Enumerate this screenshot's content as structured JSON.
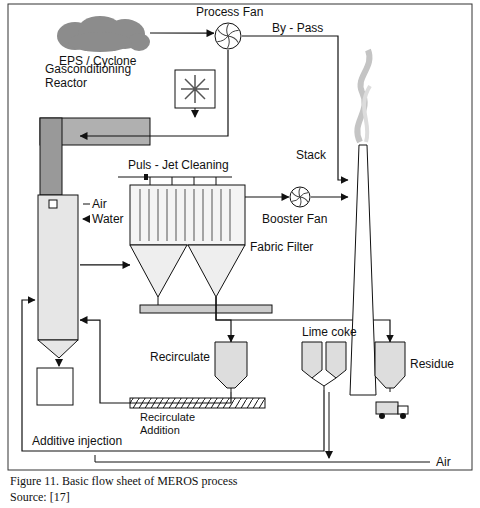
{
  "diagram": {
    "caption": "Figure 11. Basic flow sheet of MEROS process",
    "nodes": [
      {
        "text": [
          "EPS / Cyclone"
        ]
      },
      {
        "text": [
          "Process Fan"
        ]
      },
      {
        "text": [
          "Gasconditioning Reactor"
        ]
      },
      {
        "text": [
          "Fabric Filter"
        ]
      },
      {
        "text": [
          "Booster Fan"
        ]
      },
      {
        "text": [
          "Stack"
        ]
      },
      {
        "text": [
          "Recirculate"
        ]
      },
      {
        "text": [
          "Lime coke"
        ]
      },
      {
        "text": [
          "Residue"
        ]
      }
    ],
    "edges": [
      {
        "from": 0,
        "to": 1,
        "arrow": "to"
      },
      {
        "from": 1,
        "to": 2,
        "arrow": "to"
      },
      {
        "from": 1,
        "to": 5,
        "label": "By - Pass",
        "arrow": "to"
      },
      {
        "from": 2,
        "to": 3,
        "arrow": "to"
      },
      {
        "from": 3,
        "to": 4,
        "arrow": "to"
      },
      {
        "from": 4,
        "to": 5,
        "arrow": "to"
      },
      {
        "from": 3,
        "to": 6,
        "arrow": "to"
      },
      {
        "from": 3,
        "to": 8,
        "arrow": "to"
      },
      {
        "from": 6,
        "to": 2,
        "arrow": "to"
      },
      {
        "from": 7,
        "to": 2,
        "arrow": "to"
      }
    ],
    "labels": [
      "Puls - Jet Cleaning",
      "Air",
      "Water",
      "Recirculate Addition",
      "Additive injection",
      "Air",
      "Source: [17]"
    ]
  }
}
